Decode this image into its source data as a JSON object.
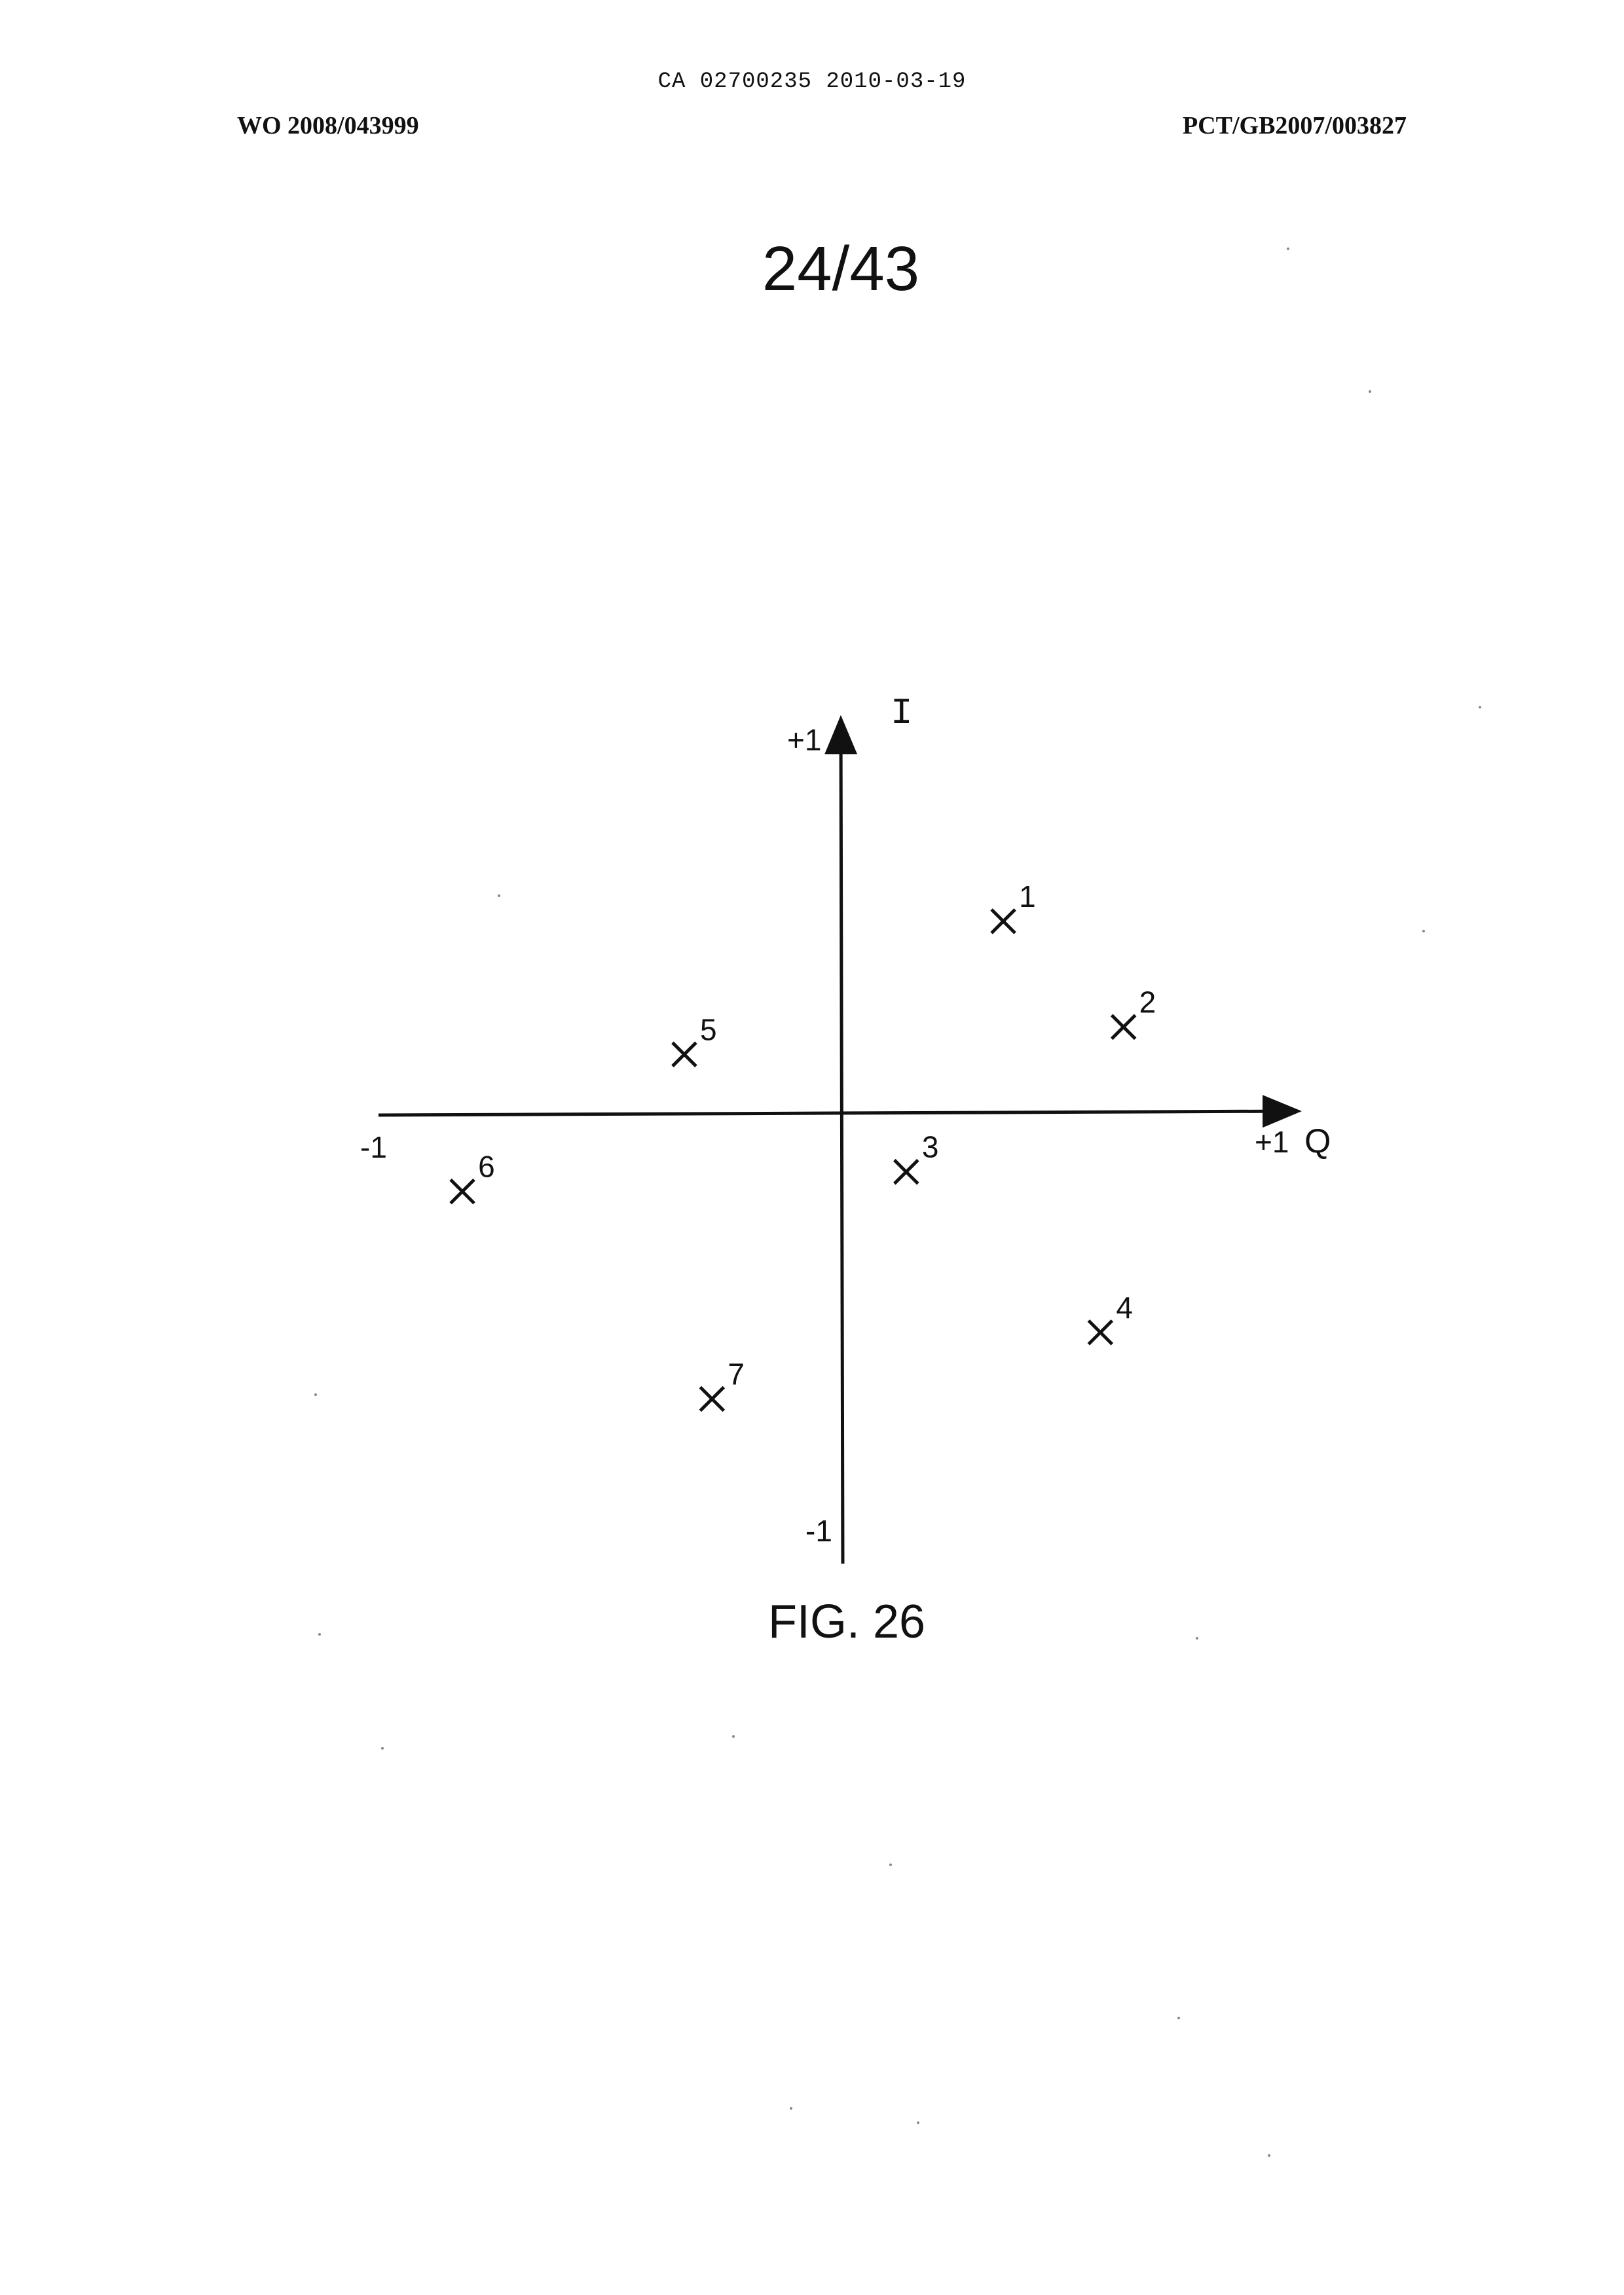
{
  "header": {
    "top_id": "CA 02700235 2010-03-19",
    "left": "WO 2008/043999",
    "right": "PCT/GB2007/003827"
  },
  "page_number": "24/43",
  "figure": {
    "caption": "FIG. 26",
    "i_axis_label": "I",
    "q_axis_label": "Q",
    "i_plus": "+1",
    "i_minus": "-1",
    "q_plus": "+1",
    "q_minus": "-1",
    "points": [
      {
        "label": "1",
        "q": 0.35,
        "i": 0.49
      },
      {
        "label": "2",
        "q": 0.61,
        "i": 0.22
      },
      {
        "label": "3",
        "q": 0.14,
        "i": -0.15
      },
      {
        "label": "4",
        "q": 0.56,
        "i": -0.56
      },
      {
        "label": "5",
        "q": -0.34,
        "i": 0.15
      },
      {
        "label": "6",
        "q": -0.82,
        "i": -0.2
      },
      {
        "label": "7",
        "q": -0.28,
        "i": -0.73
      }
    ]
  }
}
